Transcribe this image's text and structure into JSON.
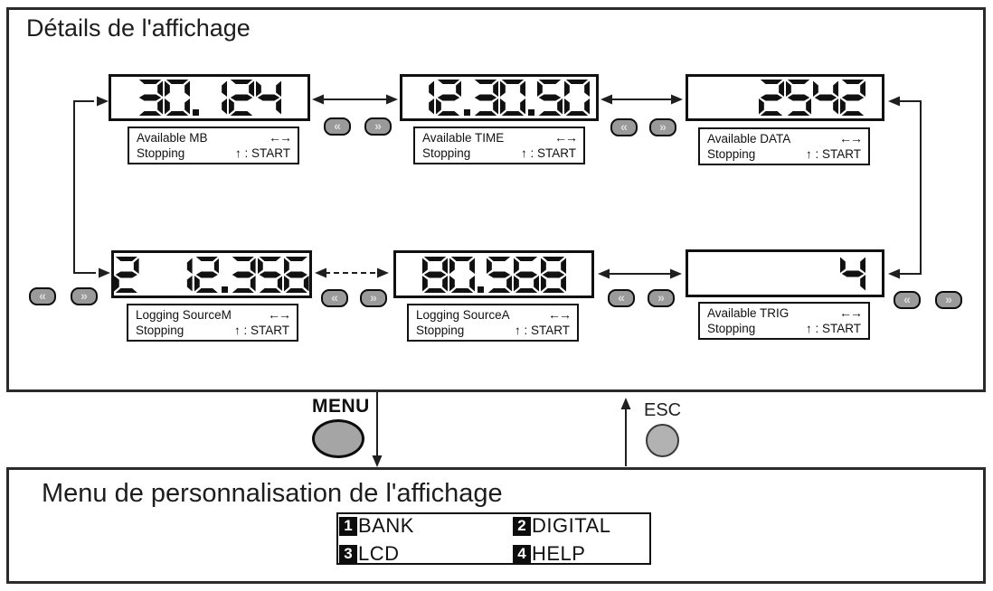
{
  "top_panel": {
    "title": "Détails de l'affichage"
  },
  "displays": [
    {
      "value": "30.124",
      "name": "Available MB",
      "nav": "←→",
      "status": "Stopping",
      "action": "↑ : START"
    },
    {
      "value": "12.30.50",
      "name": "Available TIME",
      "nav": "←→",
      "status": "Stopping",
      "action": "↑ : START"
    },
    {
      "value": "  2542",
      "name": "Available DATA",
      "nav": "←→",
      "status": "Stopping",
      "action": "↑ : START"
    },
    {
      "value": "2 12.356",
      "name": "Logging SourceM",
      "nav": "←→",
      "status": "Stopping",
      "action": "↑ : START"
    },
    {
      "value": "80.568",
      "name": "Logging SourceA",
      "nav": "←→",
      "status": "Stopping",
      "action": "↑ : START"
    },
    {
      "value": "     4",
      "name": "Available TRIG",
      "nav": "←→",
      "status": "Stopping",
      "action": "↑ : START"
    }
  ],
  "nav_buttons": {
    "back": "«",
    "forward": "»"
  },
  "keys": {
    "menu": "MENU",
    "esc": "ESC"
  },
  "bottom_panel": {
    "title": "Menu de personnalisation de l'affichage",
    "menu_items": [
      {
        "key": "1",
        "label": "BANK"
      },
      {
        "key": "2",
        "label": "DIGITAL"
      },
      {
        "key": "3",
        "label": "LCD"
      },
      {
        "key": "4",
        "label": "HELP"
      }
    ]
  },
  "colors": {
    "ink": "#111111",
    "button_fill": "#9a9a9a",
    "key_fill": "#a5a5a5"
  }
}
